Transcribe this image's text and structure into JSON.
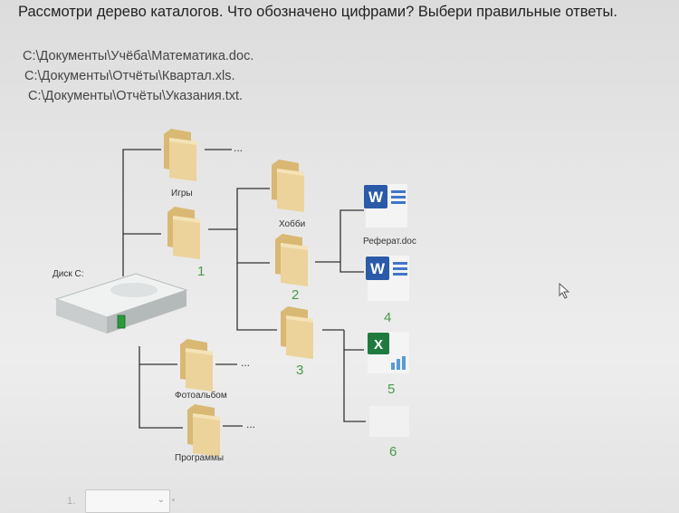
{
  "question": "Рассмотри дерево каталогов. Что обозначено цифрами? Выбери правильные ответы.",
  "paths": [
    "C:\\Документы\\Учёба\\Математика.doc.",
    "C:\\Документы\\Отчёты\\Квартал.xls.",
    "C:\\Документы\\Отчёты\\Указания.txt."
  ],
  "tree": {
    "disk_label": "Диск C:",
    "folder_games": "Игры",
    "folder_hobby": "Хобби",
    "folder_photo": "Фотоальбом",
    "folder_programs": "Программы",
    "file_referat": "Реферат.doc",
    "ellipsis": "...",
    "numbers": [
      "1",
      "2",
      "3",
      "4",
      "5",
      "6"
    ]
  },
  "answer": {
    "row_number": "1.",
    "selected": ""
  },
  "icons": [
    "folder-icon",
    "disk-icon",
    "word-icon",
    "excel-icon",
    "cursor-icon",
    "chevron-down-icon"
  ],
  "colors": {
    "folder": "#e9cf95",
    "folder_shadow": "#cda96a",
    "line": "#333333",
    "number": "#4a9a4a",
    "word": "#2b5aa8",
    "excel": "#1f7a3e"
  }
}
